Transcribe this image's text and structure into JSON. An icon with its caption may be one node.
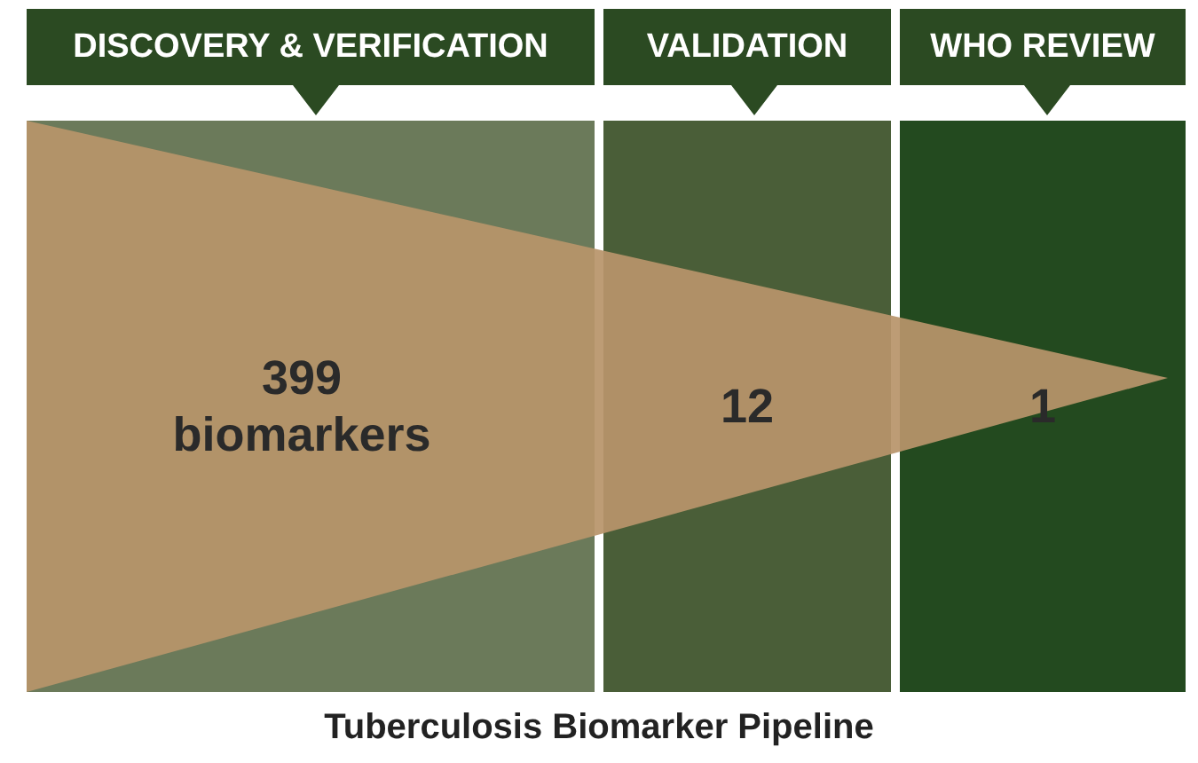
{
  "diagram": {
    "caption": "Tuberculosis Biomarker Pipeline",
    "nodes": [
      {
        "text": [
          "DISCOVERY & VERIFICATION"
        ]
      },
      {
        "text": [
          "VALIDATION"
        ]
      },
      {
        "text": [
          "WHO REVIEW"
        ]
      },
      {
        "text": [
          "399 biomarkers"
        ]
      },
      {
        "text": [
          "12"
        ]
      },
      {
        "text": [
          "1"
        ]
      }
    ],
    "edges": []
  }
}
